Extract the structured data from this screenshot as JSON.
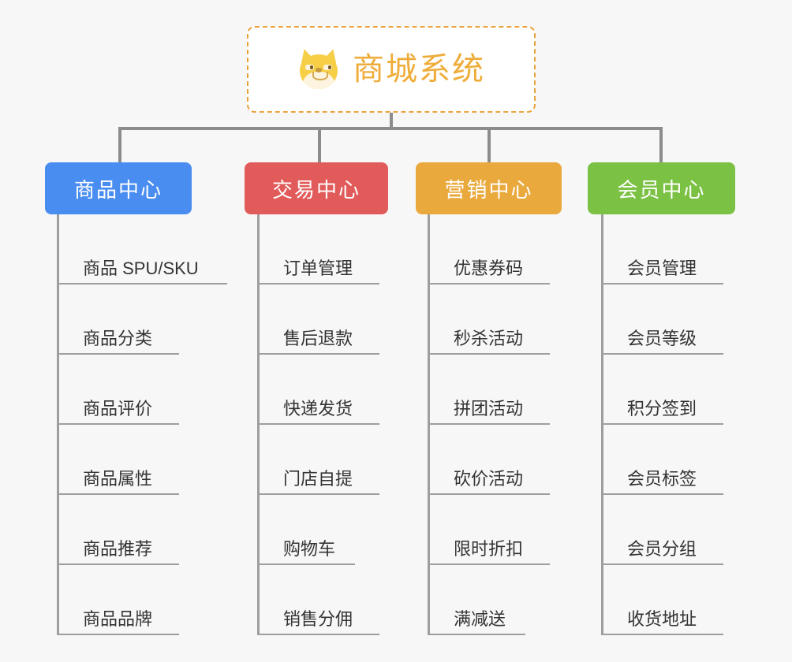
{
  "background_color": "#f7f7f7",
  "root": {
    "title": "商城系统",
    "icon": "shiba-inu-dog-face-icon",
    "text_color": "#eead3a",
    "border_color": "#e8a33d",
    "background_color": "#ffffff"
  },
  "connector_color": "#8c8c8c",
  "columns": [
    {
      "label": "商品中心",
      "color": "#4a8df0",
      "color_name": "blue",
      "items": [
        "商品 SPU/SKU",
        "商品分类",
        "商品评价",
        "商品属性",
        "商品推荐",
        "商品品牌"
      ]
    },
    {
      "label": "交易中心",
      "color": "#e25b5b",
      "color_name": "red",
      "items": [
        "订单管理",
        "售后退款",
        "快递发货",
        "门店自提",
        "购物车",
        "销售分佣"
      ]
    },
    {
      "label": "营销中心",
      "color": "#eaa93c",
      "color_name": "orange",
      "items": [
        "优惠券码",
        "秒杀活动",
        "拼团活动",
        "砍价活动",
        "限时折扣",
        "满减送"
      ]
    },
    {
      "label": "会员中心",
      "color": "#7bc144",
      "color_name": "green",
      "items": [
        "会员管理",
        "会员等级",
        "积分签到",
        "会员标签",
        "会员分组",
        "收货地址"
      ]
    }
  ]
}
